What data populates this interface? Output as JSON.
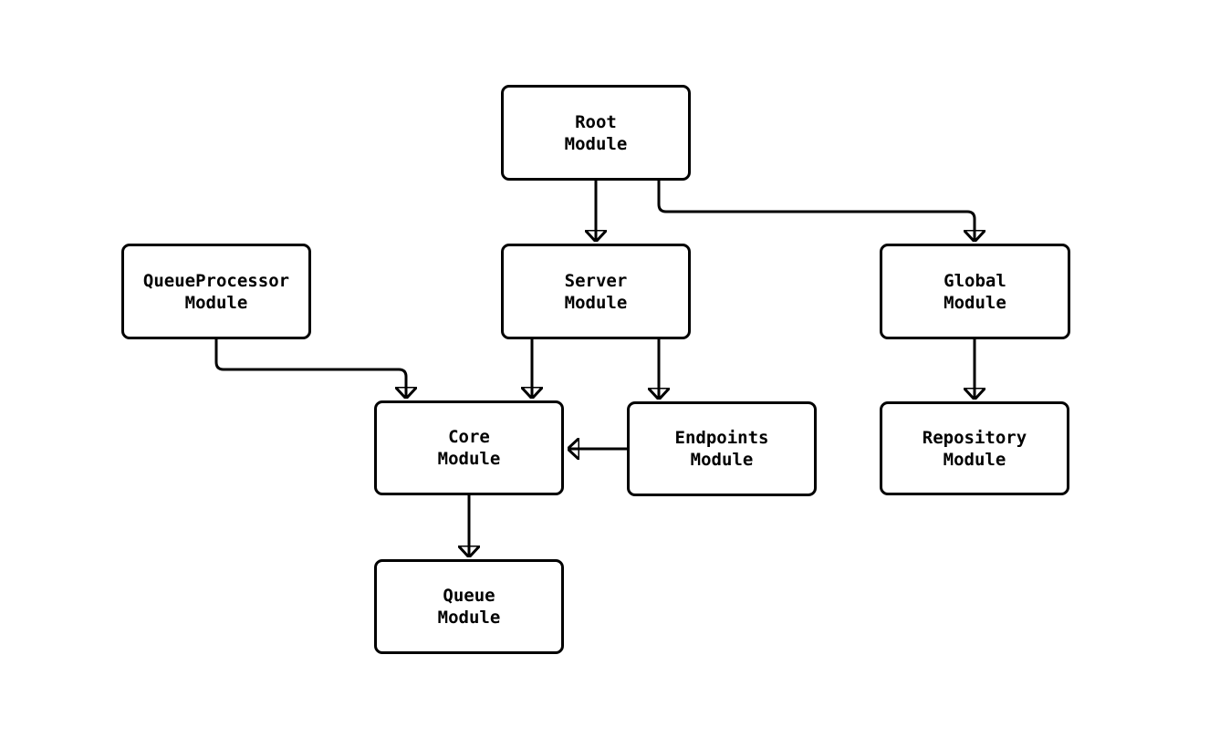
{
  "diagram": {
    "type": "flowchart",
    "background_color": "#ffffff",
    "stroke_color": "#000000",
    "node_fill_color": "#ffffff",
    "nodes": [
      {
        "id": "root",
        "label": "Root\nModule"
      },
      {
        "id": "queueprocessor",
        "label": "QueueProcessor\nModule"
      },
      {
        "id": "server",
        "label": "Server\nModule"
      },
      {
        "id": "global",
        "label": "Global\nModule"
      },
      {
        "id": "core",
        "label": "Core\nModule"
      },
      {
        "id": "endpoints",
        "label": "Endpoints\nModule"
      },
      {
        "id": "repository",
        "label": "Repository\nModule"
      },
      {
        "id": "queue",
        "label": "Queue\nModule"
      }
    ],
    "edges": [
      {
        "from": "root",
        "to": "server"
      },
      {
        "from": "root",
        "to": "global"
      },
      {
        "from": "queueprocessor",
        "to": "core"
      },
      {
        "from": "server",
        "to": "core"
      },
      {
        "from": "server",
        "to": "endpoints"
      },
      {
        "from": "endpoints",
        "to": "core"
      },
      {
        "from": "global",
        "to": "repository"
      },
      {
        "from": "core",
        "to": "queue"
      }
    ]
  }
}
